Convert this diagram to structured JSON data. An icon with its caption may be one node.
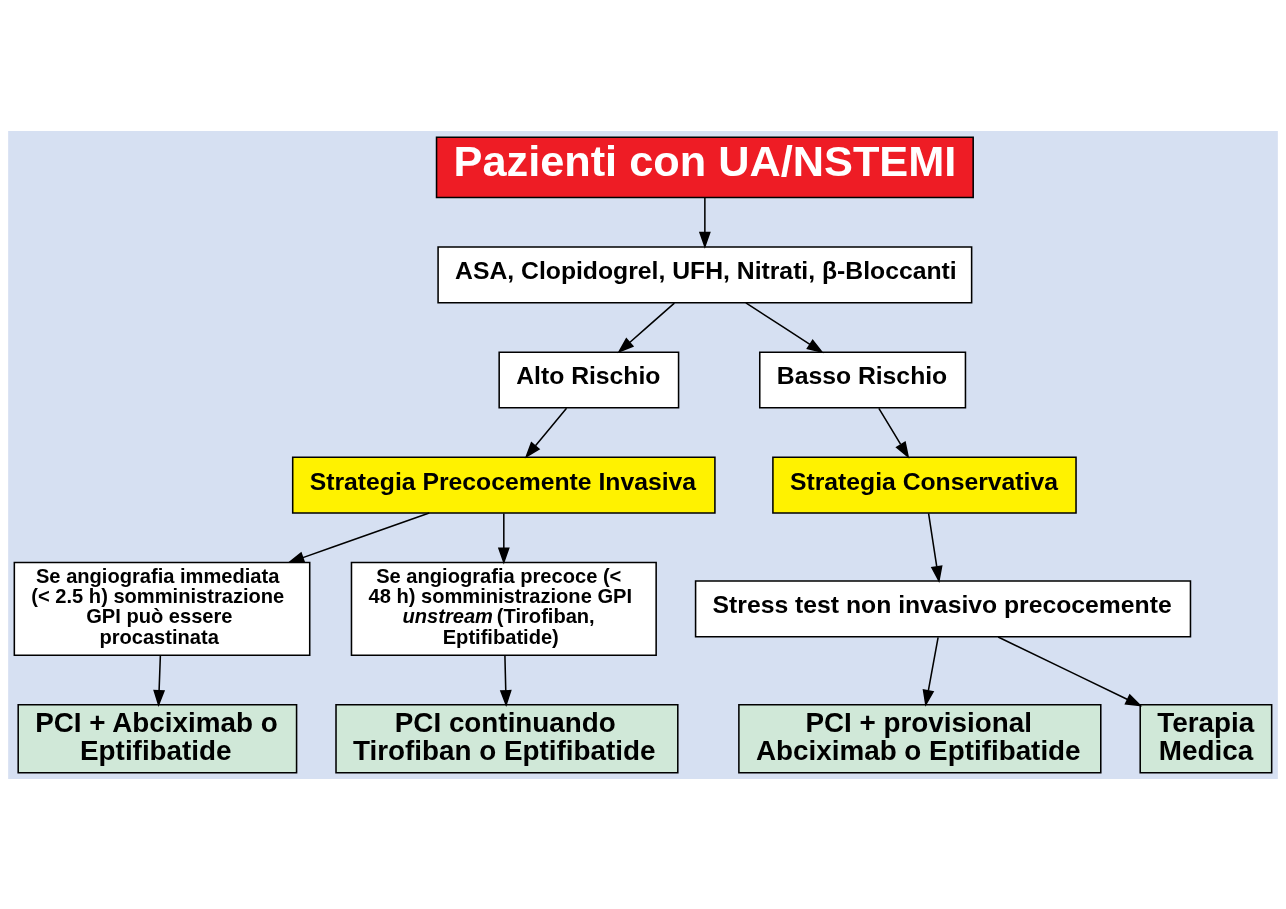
{
  "diagram": {
    "nodes": [
      {
        "text": [
          "Pazienti con UA/NSTEMI"
        ]
      },
      {
        "text": [
          "ASA, Clopidogrel, UFH, Nitrati, β-Bloccanti"
        ]
      },
      {
        "text": [
          "Alto Rischio"
        ]
      },
      {
        "text": [
          "Basso Rischio"
        ]
      },
      {
        "text": [
          "Strategia Precocemente Invasiva"
        ]
      },
      {
        "text": [
          "Strategia Conservativa"
        ]
      },
      {
        "text": [
          "Se angiografia immediata (< 2.5 h) somministrazione GPI può essere procastinata"
        ]
      },
      {
        "text": [
          "Se angiografia precoce (< 48 h) somministrazione GPI *unstream* (Tirofiban, Eptifibatide)"
        ]
      },
      {
        "text": [
          "Stress test non invasivo precocemente"
        ]
      },
      {
        "text": [
          "PCI + Abciximab o Eptifibatide"
        ]
      },
      {
        "text": [
          "PCI continuando Tirofiban o Eptifibatide"
        ]
      },
      {
        "text": [
          "PCI + provisional Abciximab o Eptifibatide"
        ]
      },
      {
        "text": [
          "Terapia Medica"
        ]
      }
    ],
    "edges": [
      {
        "from": 0,
        "to": 1,
        "arrow": "to"
      },
      {
        "from": 1,
        "to": 2,
        "arrow": "to"
      },
      {
        "from": 1,
        "to": 3,
        "arrow": "to"
      },
      {
        "from": 2,
        "to": 4,
        "arrow": "to"
      },
      {
        "from": 3,
        "to": 5,
        "arrow": "to"
      },
      {
        "from": 4,
        "to": 6,
        "arrow": "to"
      },
      {
        "from": 4,
        "to": 7,
        "arrow": "to"
      },
      {
        "from": 5,
        "to": 8,
        "arrow": "to"
      },
      {
        "from": 6,
        "to": 9,
        "arrow": "to"
      },
      {
        "from": 7,
        "to": 10,
        "arrow": "to"
      },
      {
        "from": 8,
        "to": 11,
        "arrow": "to"
      },
      {
        "from": 8,
        "to": 12,
        "arrow": "to"
      }
    ]
  }
}
